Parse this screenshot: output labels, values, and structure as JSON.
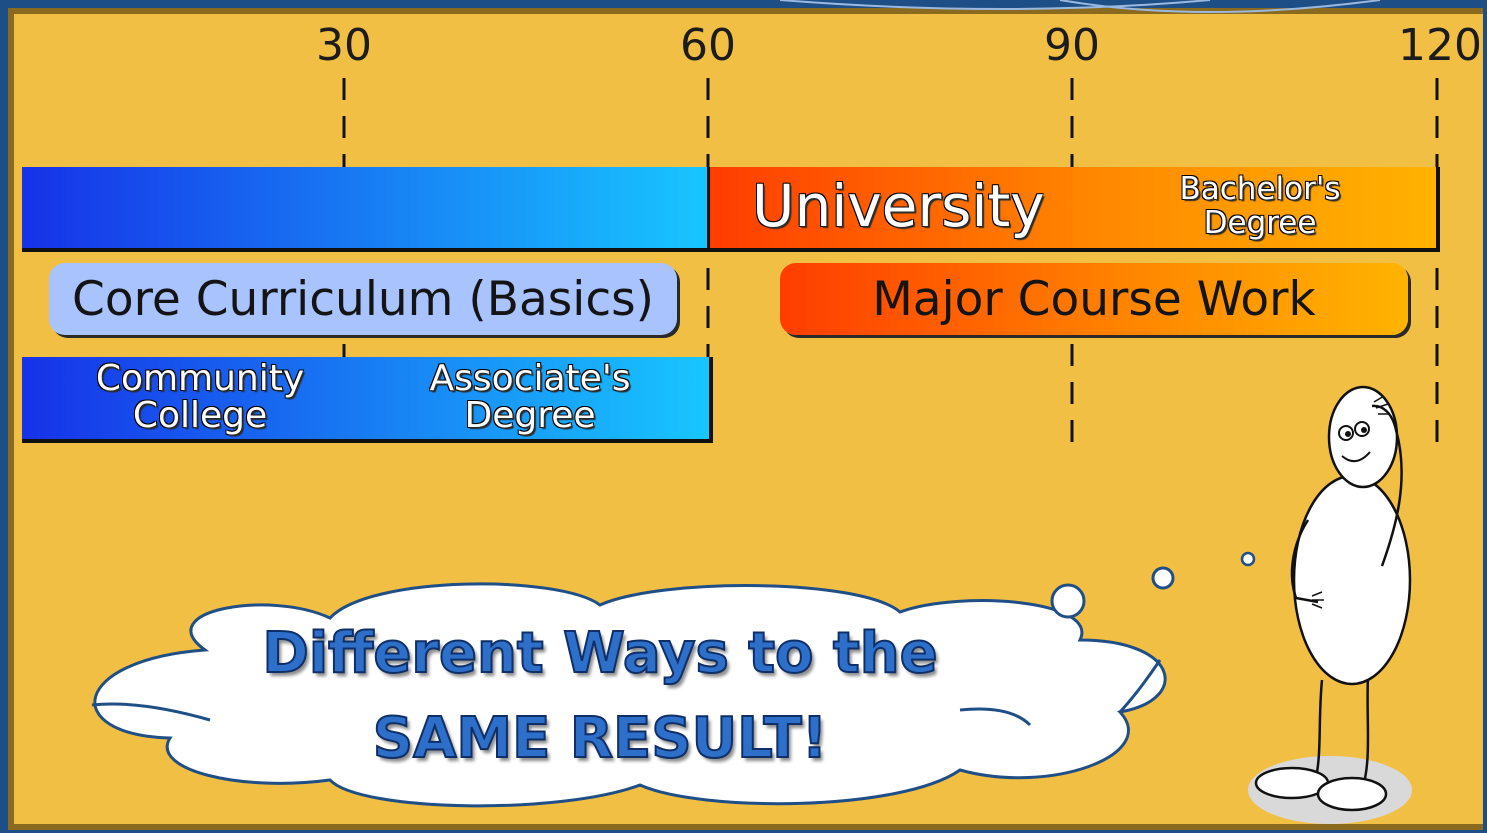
{
  "axis": {
    "ticks": [
      {
        "value": "30",
        "name": "tick-label-30"
      },
      {
        "value": "60",
        "name": "tick-label-60"
      },
      {
        "value": "90",
        "name": "tick-label-90"
      },
      {
        "value": "120",
        "name": "tick-label-120"
      }
    ]
  },
  "university_bar": {
    "title": "University",
    "bachelors_line1": "Bachelor's",
    "bachelors_line2": "Degree"
  },
  "core_curriculum": {
    "label": "Core Curriculum (Basics)"
  },
  "major_course_work": {
    "label": "Major Course Work"
  },
  "community_college_bar": {
    "cc_line1": "Community",
    "cc_line2": "College",
    "assoc_line1": "Associate's",
    "assoc_line2": "Degree"
  },
  "thought_cloud": {
    "line1": "Different Ways to the",
    "line2": "SAME RESULT!"
  },
  "colors": {
    "background": "#f2bf45",
    "frame": "#1d4f86",
    "blue_start": "#1732e8",
    "blue_end": "#18c6ff",
    "orange_start": "#ff3d00",
    "orange_end": "#ffb300",
    "pill_blue": "#a9c3ff"
  }
}
